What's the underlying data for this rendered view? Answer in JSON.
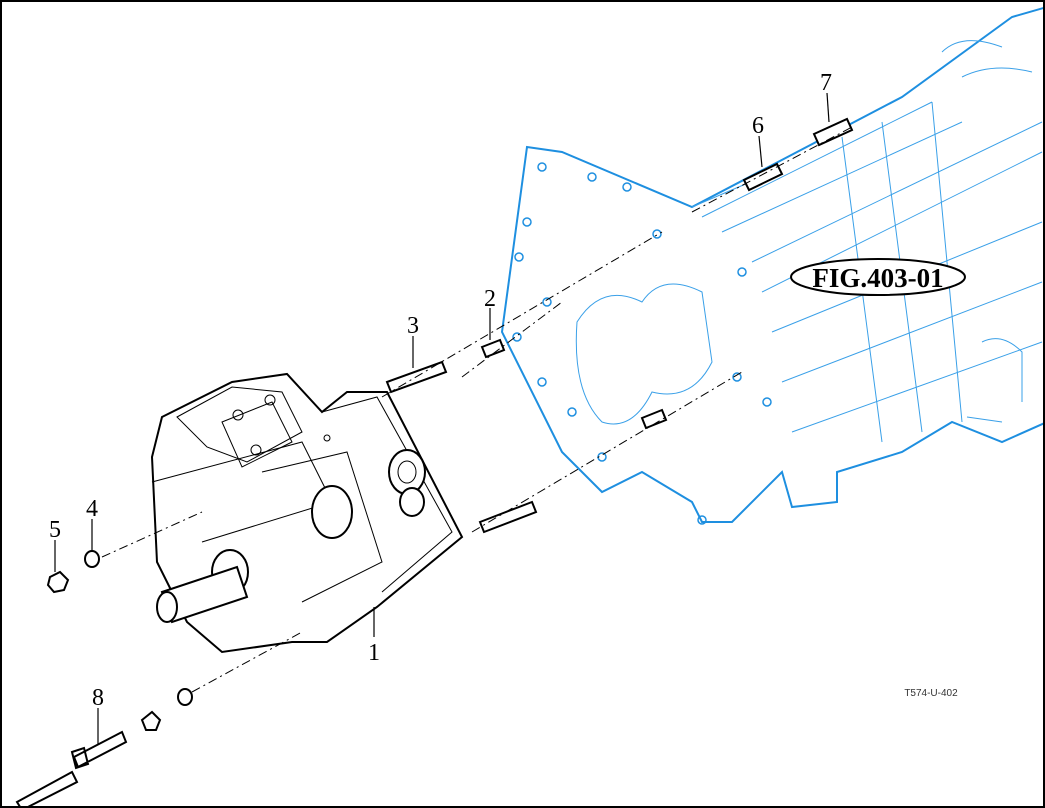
{
  "figure": {
    "title": "FIG.403-01",
    "drawing_code": "T574-U-402"
  },
  "callouts": [
    "1",
    "2",
    "3",
    "4",
    "5",
    "6",
    "7",
    "8"
  ],
  "colors": {
    "housing_outline": "#1e8fe0",
    "pump_outline": "#000000"
  }
}
